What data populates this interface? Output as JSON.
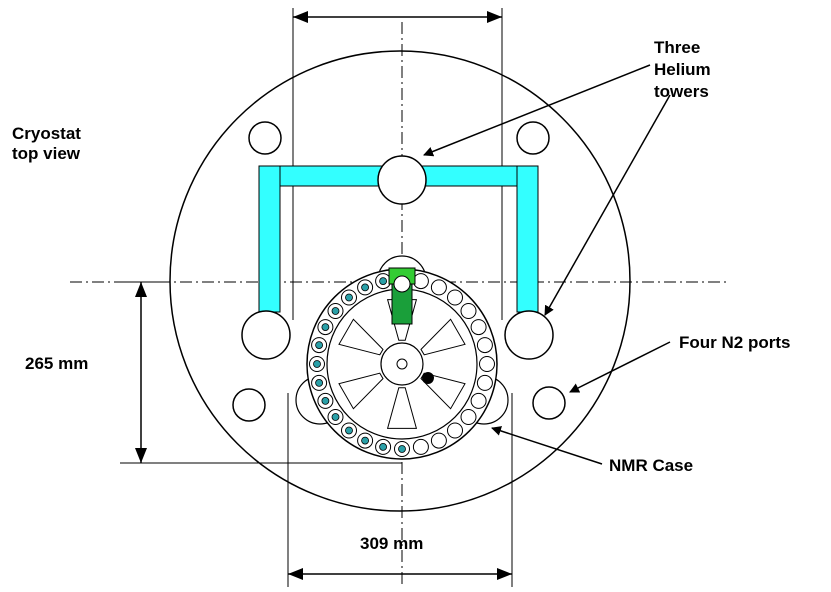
{
  "diagram": {
    "title_line1": "Cryostat",
    "title_line2": "top view",
    "helium_label_line1": "Three",
    "helium_label_line2": "Helium",
    "helium_label_line3": "towers",
    "n2_label": "Four N2 ports",
    "nmr_label": "NMR Case",
    "dim_vertical": "265 mm",
    "dim_horizontal": "309 mm"
  },
  "colors": {
    "helium_line": "#33ffff",
    "green_probe": "#1a9f3a",
    "green_probe_top": "#33cc33",
    "probe_ring_hole": "#2aa0a8"
  }
}
